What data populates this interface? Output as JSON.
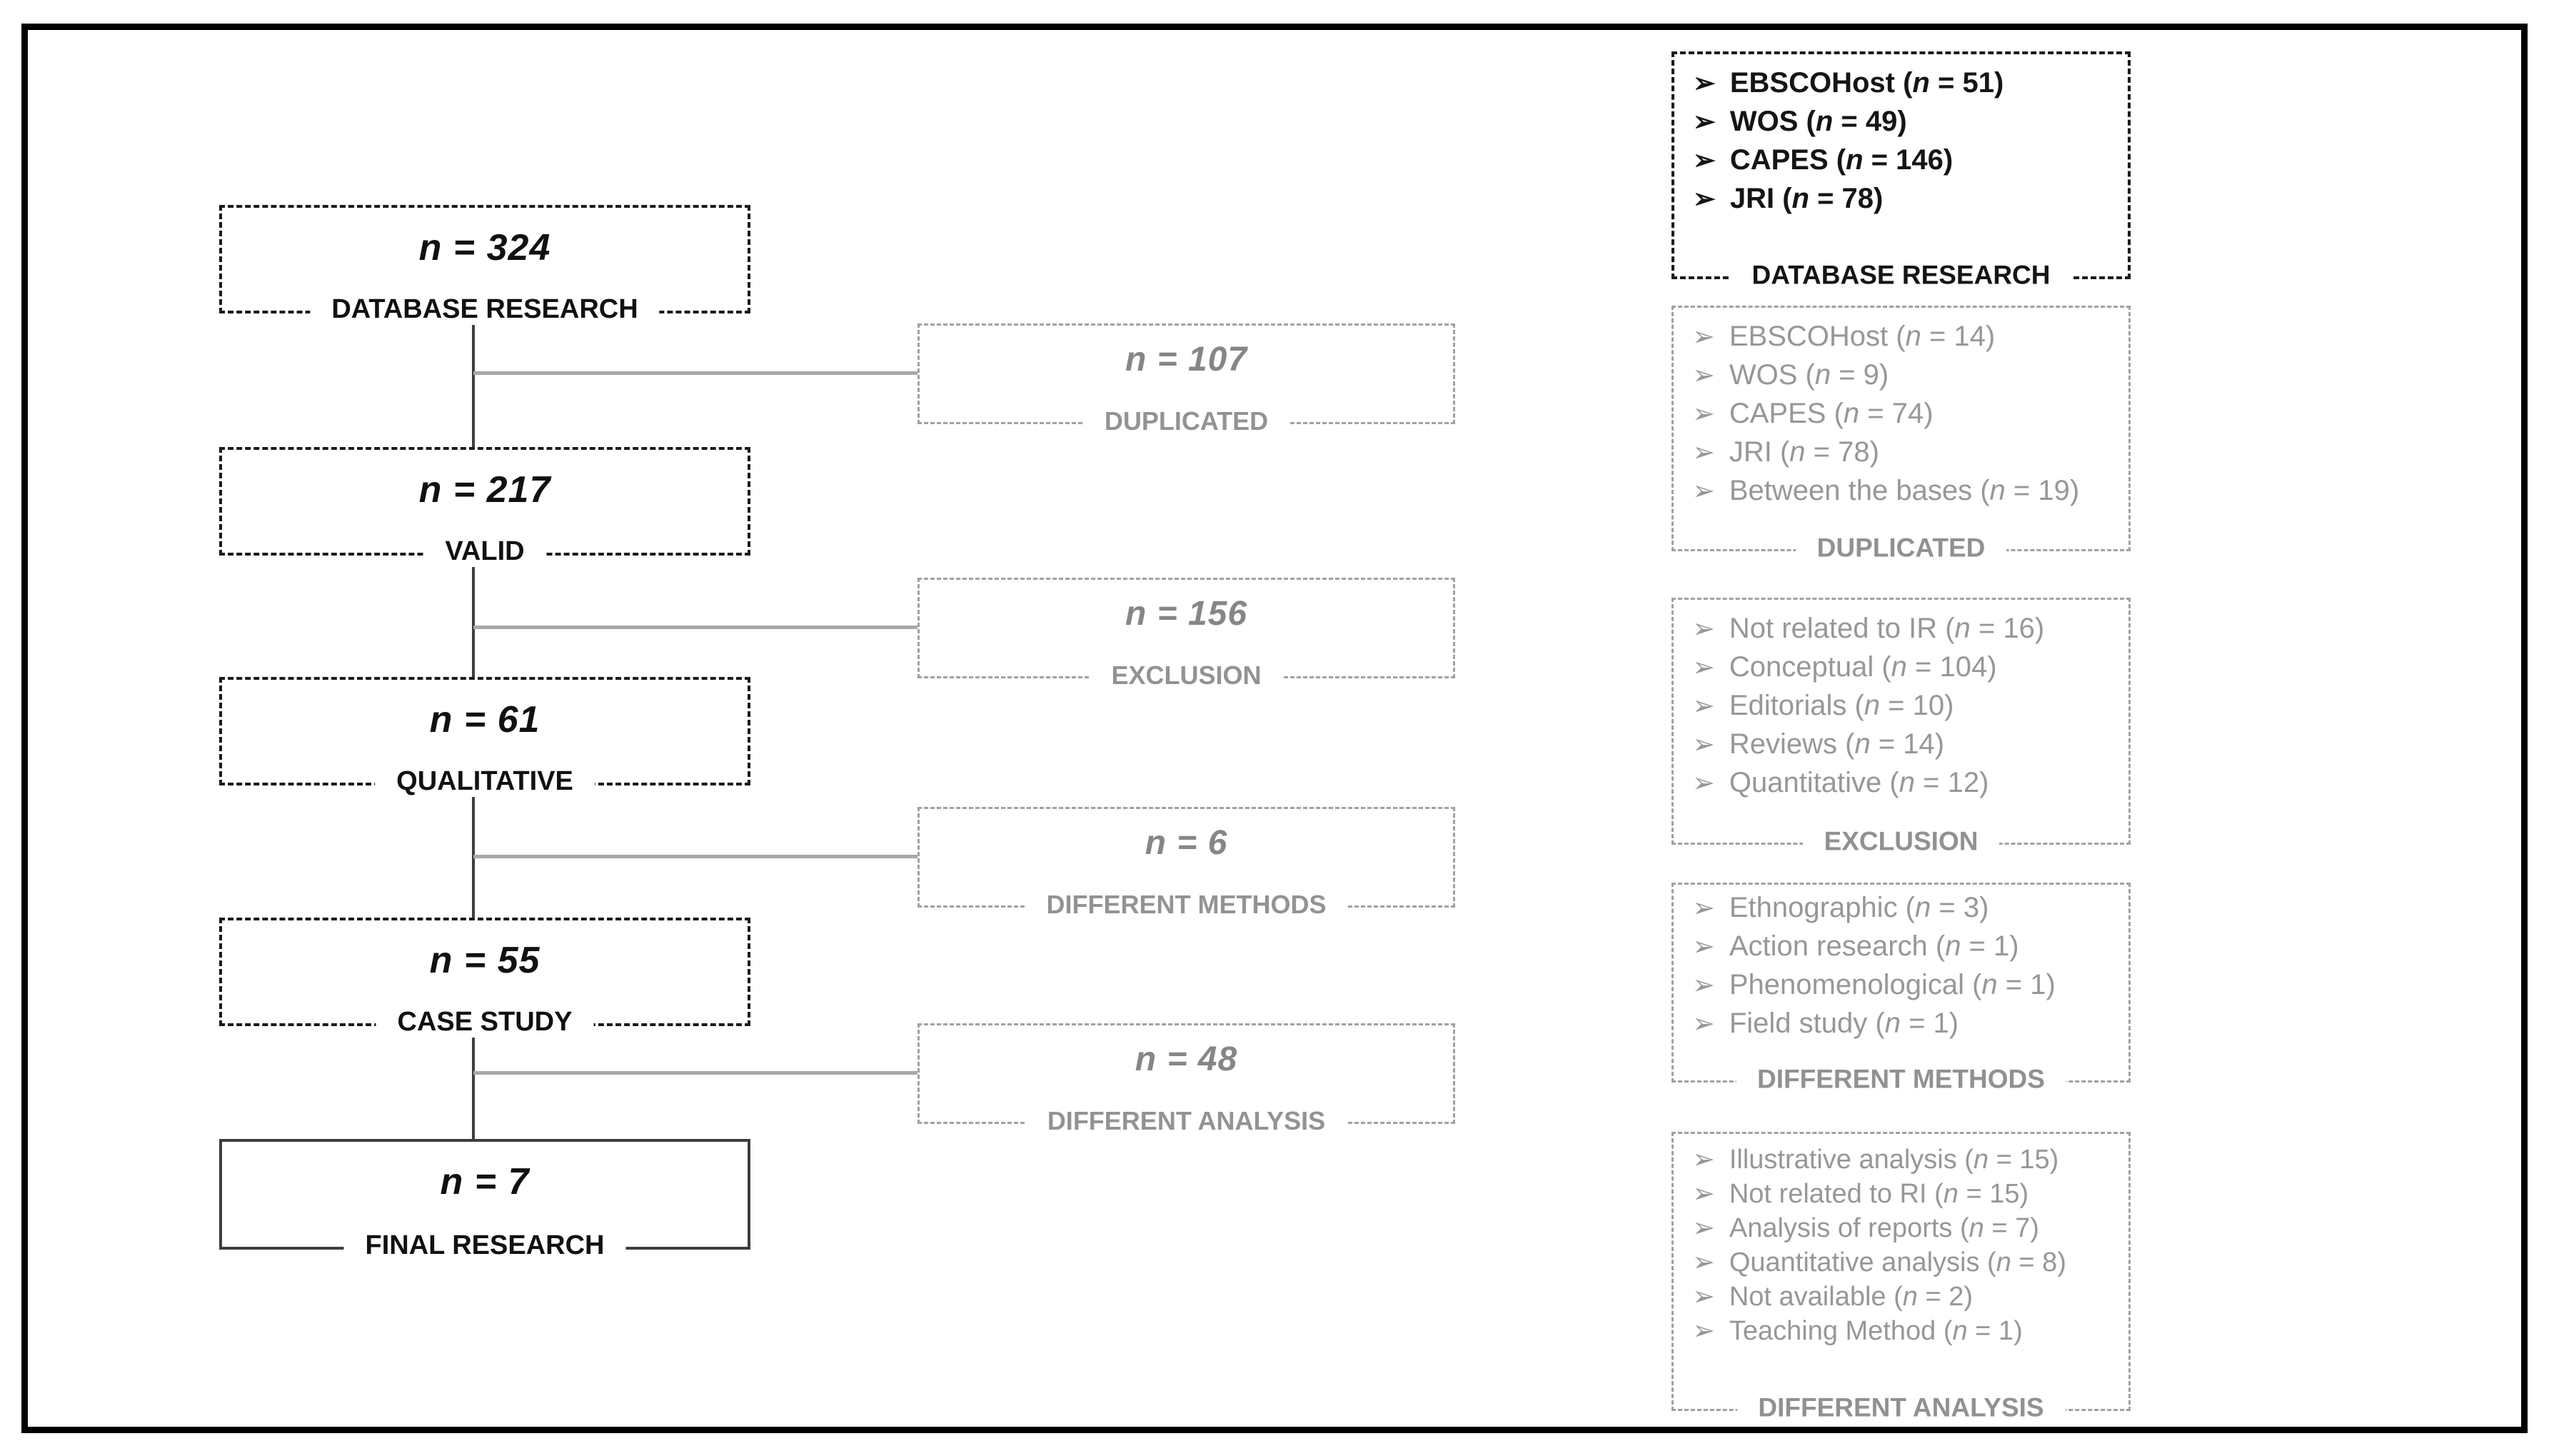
{
  "flow": {
    "main_path": [
      {
        "value": "n = 324",
        "label": "DATABASE RESEARCH"
      },
      {
        "value": "n = 217",
        "label": "VALID"
      },
      {
        "value": "n = 61",
        "label": "QUALITATIVE"
      },
      {
        "value": "n = 55",
        "label": "CASE STUDY"
      },
      {
        "value": "n = 7",
        "label": "FINAL RESEARCH"
      }
    ],
    "branches": [
      {
        "value": "n = 107",
        "label": "DUPLICATED"
      },
      {
        "value": "n = 156",
        "label": "EXCLUSION"
      },
      {
        "value": "n = 6",
        "label": "DIFFERENT METHODS"
      },
      {
        "value": "n = 48",
        "label": "DIFFERENT ANALYSIS"
      }
    ],
    "details": [
      {
        "label": "DATABASE RESEARCH",
        "items": [
          {
            "name": "EBSCOHost",
            "n": "51"
          },
          {
            "name": "WOS",
            "n": "49"
          },
          {
            "name": "CAPES",
            "n": "146"
          },
          {
            "name": "JRI",
            "n": "78"
          }
        ]
      },
      {
        "label": "DUPLICATED",
        "items": [
          {
            "name": "EBSCOHost",
            "n": "14"
          },
          {
            "name": "WOS",
            "n": "9"
          },
          {
            "name": "CAPES",
            "n": "74"
          },
          {
            "name": "JRI",
            "n": "78"
          },
          {
            "name": "Between the bases",
            "n": "19"
          }
        ]
      },
      {
        "label": "EXCLUSION",
        "items": [
          {
            "name": "Not related to IR",
            "n": "16"
          },
          {
            "name": "Conceptual",
            "n": "104"
          },
          {
            "name": "Editorials",
            "n": "10"
          },
          {
            "name": "Reviews",
            "n": "14"
          },
          {
            "name": "Quantitative",
            "n": "12"
          }
        ]
      },
      {
        "label": "DIFFERENT METHODS",
        "items": [
          {
            "name": "Ethnographic",
            "n": "3"
          },
          {
            "name": "Action research",
            "n": "1"
          },
          {
            "name": "Phenomenological",
            "n": "1"
          },
          {
            "name": "Field study",
            "n": "1"
          }
        ]
      },
      {
        "label": "DIFFERENT ANALYSIS",
        "items": [
          {
            "name": "Illustrative analysis",
            "n": "15"
          },
          {
            "name": "Not related to RI",
            "n": "15"
          },
          {
            "name": "Analysis of reports",
            "n": "7"
          },
          {
            "name": "Quantitative analysis",
            "n": "8"
          },
          {
            "name": "Not available",
            "n": "2"
          },
          {
            "name": "Teaching Method",
            "n": "1"
          }
        ]
      }
    ],
    "bullet_icon": "➢",
    "colors": {
      "black_box": "#1a1a1a",
      "gray_box": "#a1a1a1",
      "gray_text": "#979797",
      "vertical_connector": "#3f3f3f",
      "horizontal_connector": "#a8a8a8"
    }
  }
}
